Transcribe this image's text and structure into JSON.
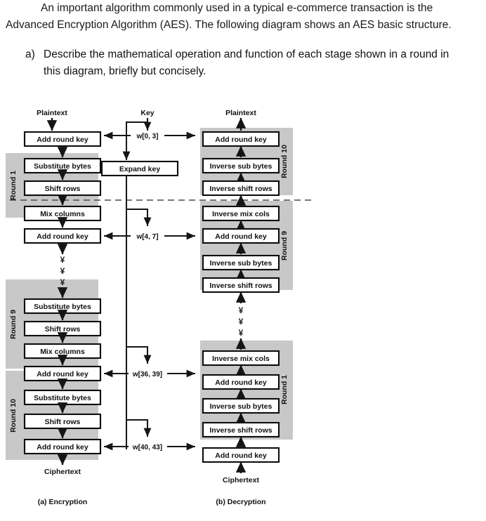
{
  "question": {
    "paragraph": "An important algorithm commonly used in a typical e-commerce transaction is the Advanced Encryption Algorithm (AES).  The following diagram shows an AES basic structure.",
    "item_marker": "a)",
    "item_text": "Describe the mathematical operation and function of each stage shown in a round in this diagram, briefly but concisely."
  },
  "diagram": {
    "colors": {
      "round_shade": "#c8c8c8",
      "box_fill": "#ffffff",
      "stroke": "#0d0d0d",
      "dashed": "#4a4a4a"
    },
    "encryption": {
      "caption": "(a) Encryption",
      "input_label": "Plaintext",
      "output_label": "Ciphertext",
      "ellipsis": "¥",
      "rounds": [
        {
          "label": "Round 1",
          "stages": [
            "Substitute bytes",
            "Shift rows",
            "Mix columns",
            "Add round key"
          ]
        },
        {
          "label": "Round 9",
          "stages": [
            "Substitute bytes",
            "Shift rows",
            "Mix columns",
            "Add round key"
          ]
        },
        {
          "label": "Round 10",
          "stages": [
            "Substitute bytes",
            "Shift rows",
            "Add round key"
          ]
        }
      ],
      "initial_stage": "Add round key",
      "stage_sequence": [
        "Add round key",
        "Substitute bytes",
        "Shift rows",
        "Mix columns",
        "Add round key",
        "Substitute bytes",
        "Shift rows",
        "Mix columns",
        "Add round key",
        "Substitute bytes",
        "Shift rows",
        "Add round key"
      ]
    },
    "key_schedule": {
      "input_label": "Key",
      "expand_box": "Expand key",
      "words": [
        "w[0, 3]",
        "w[4, 7]",
        "w[36, 39]",
        "w[40, 43]"
      ]
    },
    "decryption": {
      "caption": "(b) Decryption",
      "input_label": "Ciphertext",
      "output_label": "Plaintext",
      "ellipsis": "¥",
      "rounds": [
        {
          "label": "Round 10",
          "stages": [
            "Add round key",
            "Inverse sub bytes",
            "Inverse shift rows"
          ]
        },
        {
          "label": "Round 9",
          "stages": [
            "Inverse mix cols",
            "Add round key",
            "Inverse sub bytes",
            "Inverse shift rows"
          ]
        },
        {
          "label": "Round 1",
          "stages": [
            "Inverse mix cols",
            "Add round key",
            "Inverse sub bytes",
            "Inverse shift rows"
          ]
        }
      ],
      "final_stage": "Add round key",
      "stage_sequence_top_down": [
        "Add round key",
        "Inverse sub bytes",
        "Inverse shift rows",
        "Inverse mix cols",
        "Add round key",
        "Inverse sub bytes",
        "Inverse shift rows",
        "Inverse mix cols",
        "Add round key",
        "Inverse sub bytes",
        "Inverse shift rows",
        "Add round key"
      ]
    }
  }
}
